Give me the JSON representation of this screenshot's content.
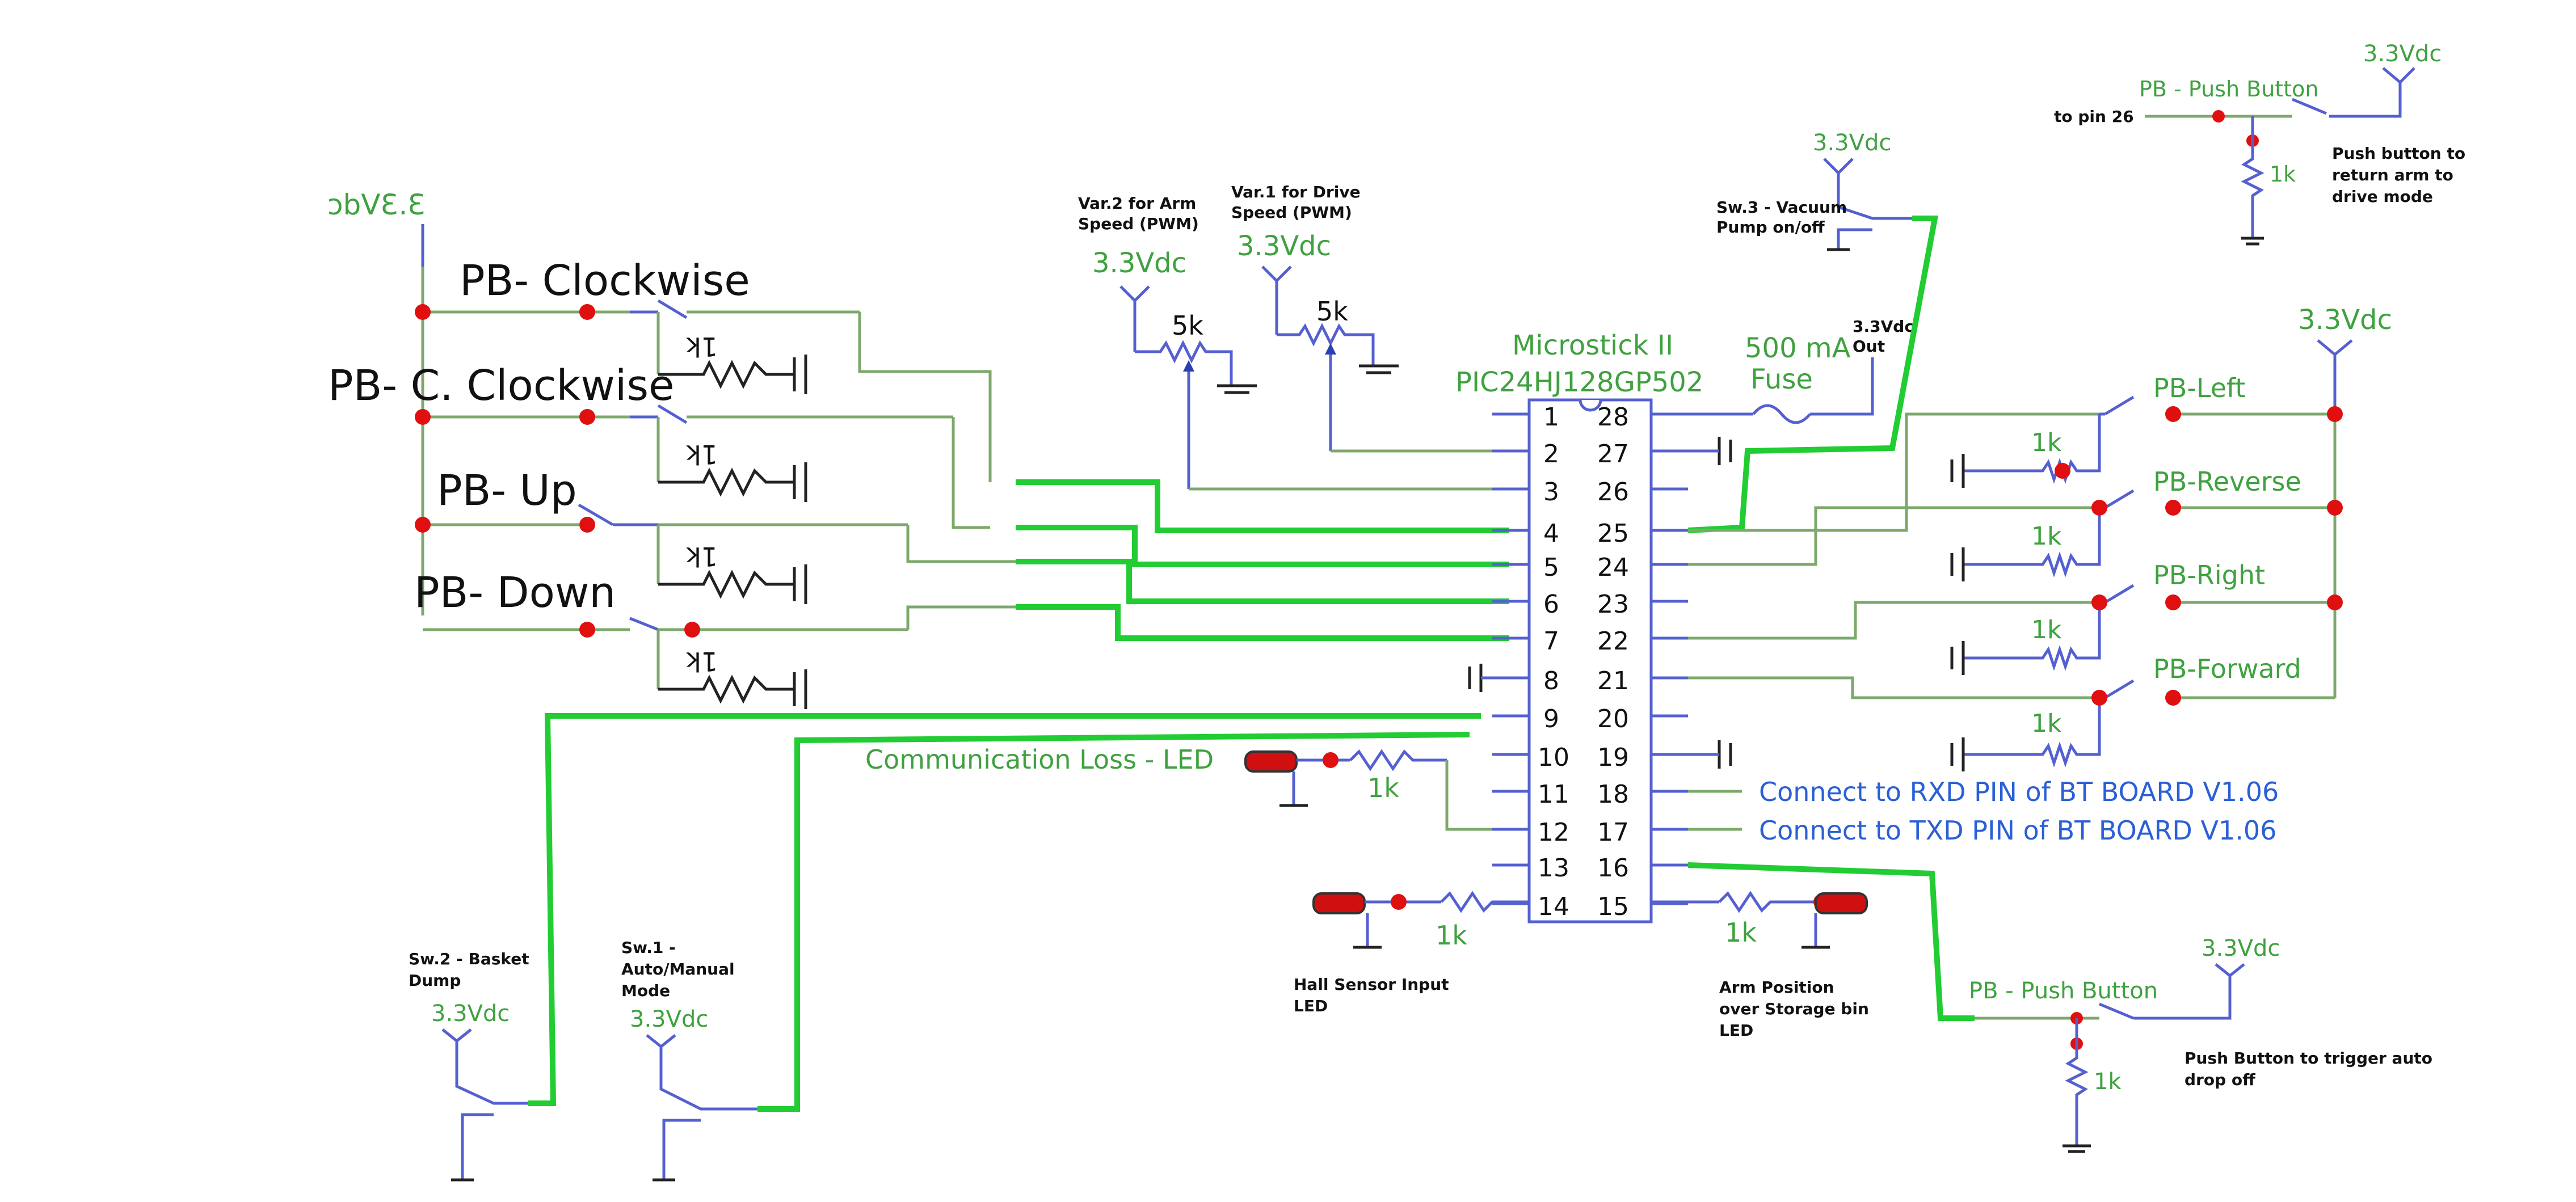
{
  "colors": {
    "wire": "#7da86b",
    "bus_wire": "#22cc33",
    "label": "#3fa13f",
    "text": "#111111",
    "link_text": "#2a5fd6",
    "node": "#e01010",
    "component": "#5560d0"
  },
  "chip": {
    "title": "Microstick II",
    "part": "PIC24HJ128GP502",
    "left_pins": [
      "1",
      "2",
      "3",
      "4",
      "5",
      "6",
      "7",
      "8",
      "9",
      "10",
      "11",
      "12",
      "13",
      "14"
    ],
    "right_pins": [
      "28",
      "27",
      "26",
      "25",
      "24",
      "23",
      "22",
      "21",
      "20",
      "19",
      "18",
      "17",
      "16",
      "15"
    ]
  },
  "rails": {
    "v33": "3.3Vdc",
    "v33_mirrored": "3.3Vdc"
  },
  "left_buttons": [
    "PB- Clockwise",
    "PB- C. Clockwise",
    "PB- Up",
    "PB- Down"
  ],
  "right_buttons": [
    "PB-Left",
    "PB-Reverse",
    "PB-Right",
    "PB-Forward"
  ],
  "resistor_1k": "1k",
  "pot_5k": "5k",
  "pots": {
    "var2": [
      "Var.2 for Arm",
      "Speed (PWM)"
    ],
    "var1": [
      "Var.1 for Drive",
      "Speed (PWM)"
    ]
  },
  "fuse": {
    "label": "500 mA",
    "name": "Fuse",
    "out": [
      "3.3Vdc",
      "Out"
    ]
  },
  "switches": {
    "sw3": [
      "Sw.3 - Vacuum",
      "Pump on/off"
    ],
    "sw2": [
      "Sw.2 - Basket",
      "Dump"
    ],
    "sw1": [
      "Sw.1 -",
      "Auto/Manual",
      "Mode"
    ]
  },
  "push_top": {
    "label": "PB - Push Button",
    "pin_note": "to pin 26",
    "desc": [
      "Push button to",
      "return arm to",
      "drive mode"
    ]
  },
  "push_bottom": {
    "label": "PB - Push Button",
    "desc": [
      "Push Button to trigger auto",
      "drop off"
    ]
  },
  "comm_led": "Communication Loss - LED",
  "bt": {
    "rxd": "Connect to RXD PIN of BT BOARD V1.06",
    "txd": "Connect to TXD PIN of BT BOARD V1.06"
  },
  "hall_led": [
    "Hall Sensor Input",
    "LED"
  ],
  "arm_led": [
    "Arm Position",
    "over Storage bin",
    "LED"
  ]
}
